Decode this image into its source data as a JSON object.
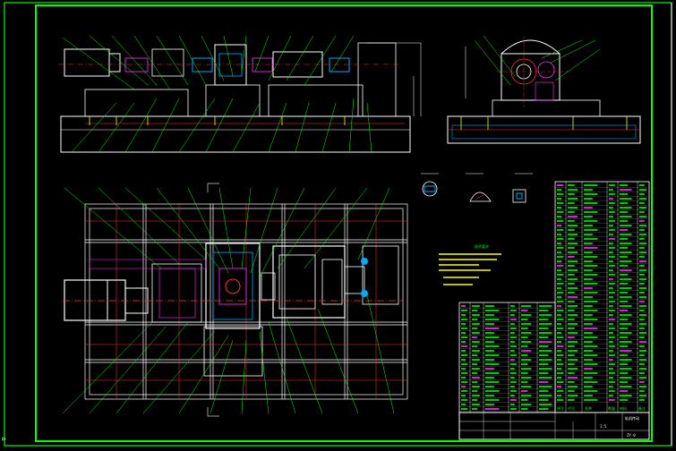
{
  "drawing": {
    "background": "#000000",
    "colors": {
      "frame": "#00ff00",
      "outline": "#ffffff",
      "leader": "#00ff00",
      "center": "#ff3333",
      "hidden": "#ff33ff",
      "fill": "#00aaff",
      "accent": "#ffff00"
    },
    "tech_note": "技术要求",
    "title_block": {
      "name": "轧机传动",
      "drawing_no": "ZY-0",
      "scale": "1:5"
    },
    "parts_table_header": [
      "序号",
      "代号",
      "名称",
      "数量",
      "材料",
      "备注"
    ]
  },
  "cursor": {
    "icon": "ucs-icon",
    "glyph": "⊳"
  }
}
